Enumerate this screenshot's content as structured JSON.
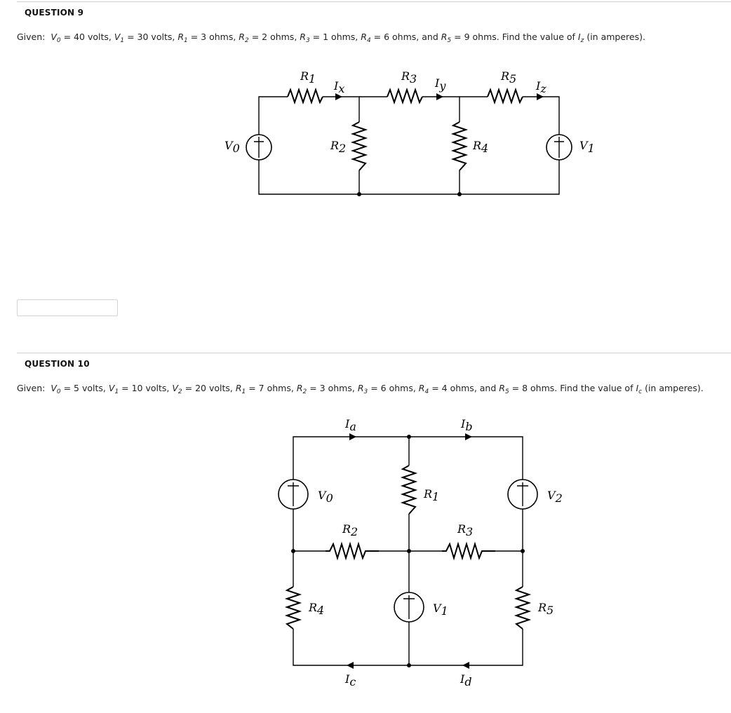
{
  "q9": {
    "heading": "QUESTION 9",
    "given_label": "Given:",
    "vars": [
      {
        "sym": "V",
        "sub": "0",
        "val": " = 40 volts, "
      },
      {
        "sym": "V",
        "sub": "1",
        "val": " = 30 volts, "
      },
      {
        "sym": "R",
        "sub": "1",
        "val": " = 3 ohms, "
      },
      {
        "sym": "R",
        "sub": "2",
        "val": " = 2 ohms, "
      },
      {
        "sym": "R",
        "sub": "3",
        "val": " = 1 ohms, "
      },
      {
        "sym": "R",
        "sub": "4",
        "val": " = 6 ohms, and "
      },
      {
        "sym": "R",
        "sub": "5",
        "val": " = 9 ohms. Find the value of "
      },
      {
        "sym": "I",
        "sub": "z",
        "val": " (in amperes)."
      }
    ],
    "answer_value": "",
    "circuit_labels": {
      "R1": "R",
      "R1_sub": "1",
      "R2": "R",
      "R2_sub": "2",
      "R3": "R",
      "R3_sub": "3",
      "R4": "R",
      "R4_sub": "4",
      "R5": "R",
      "R5_sub": "5",
      "Ix": "I",
      "Ix_sub": "x",
      "Iy": "I",
      "Iy_sub": "y",
      "Iz": "I",
      "Iz_sub": "z",
      "V0": "V",
      "V0_sub": "0",
      "V1": "V",
      "V1_sub": "1"
    }
  },
  "q10": {
    "heading": "QUESTION 10",
    "given_label": "Given:",
    "vars": [
      {
        "sym": "V",
        "sub": "0",
        "val": " = 5 volts, "
      },
      {
        "sym": "V",
        "sub": "1",
        "val": " = 10 volts, "
      },
      {
        "sym": "V",
        "sub": "2",
        "val": " = 20 volts, "
      },
      {
        "sym": "R",
        "sub": "1",
        "val": " = 7 ohms, "
      },
      {
        "sym": "R",
        "sub": "2",
        "val": " = 3 ohms, "
      },
      {
        "sym": "R",
        "sub": "3",
        "val": " = 6 ohms, "
      },
      {
        "sym": "R",
        "sub": "4",
        "val": " = 4 ohms, and "
      },
      {
        "sym": "R",
        "sub": "5",
        "val": " = 8 ohms. Find the value of "
      },
      {
        "sym": "I",
        "sub": "c",
        "val": " (in amperes)."
      }
    ],
    "circuit_labels": {
      "Ia": "I",
      "Ia_sub": "a",
      "Ib": "I",
      "Ib_sub": "b",
      "Ic": "I",
      "Ic_sub": "c",
      "Id": "I",
      "Id_sub": "d",
      "V0": "V",
      "V0_sub": "0",
      "V1": "V",
      "V1_sub": "1",
      "V2": "V",
      "V2_sub": "2",
      "R1": "R",
      "R1_sub": "1",
      "R2": "R",
      "R2_sub": "2",
      "R3": "R",
      "R3_sub": "3",
      "R4": "R",
      "R4_sub": "4",
      "R5": "R",
      "R5_sub": "5"
    }
  }
}
